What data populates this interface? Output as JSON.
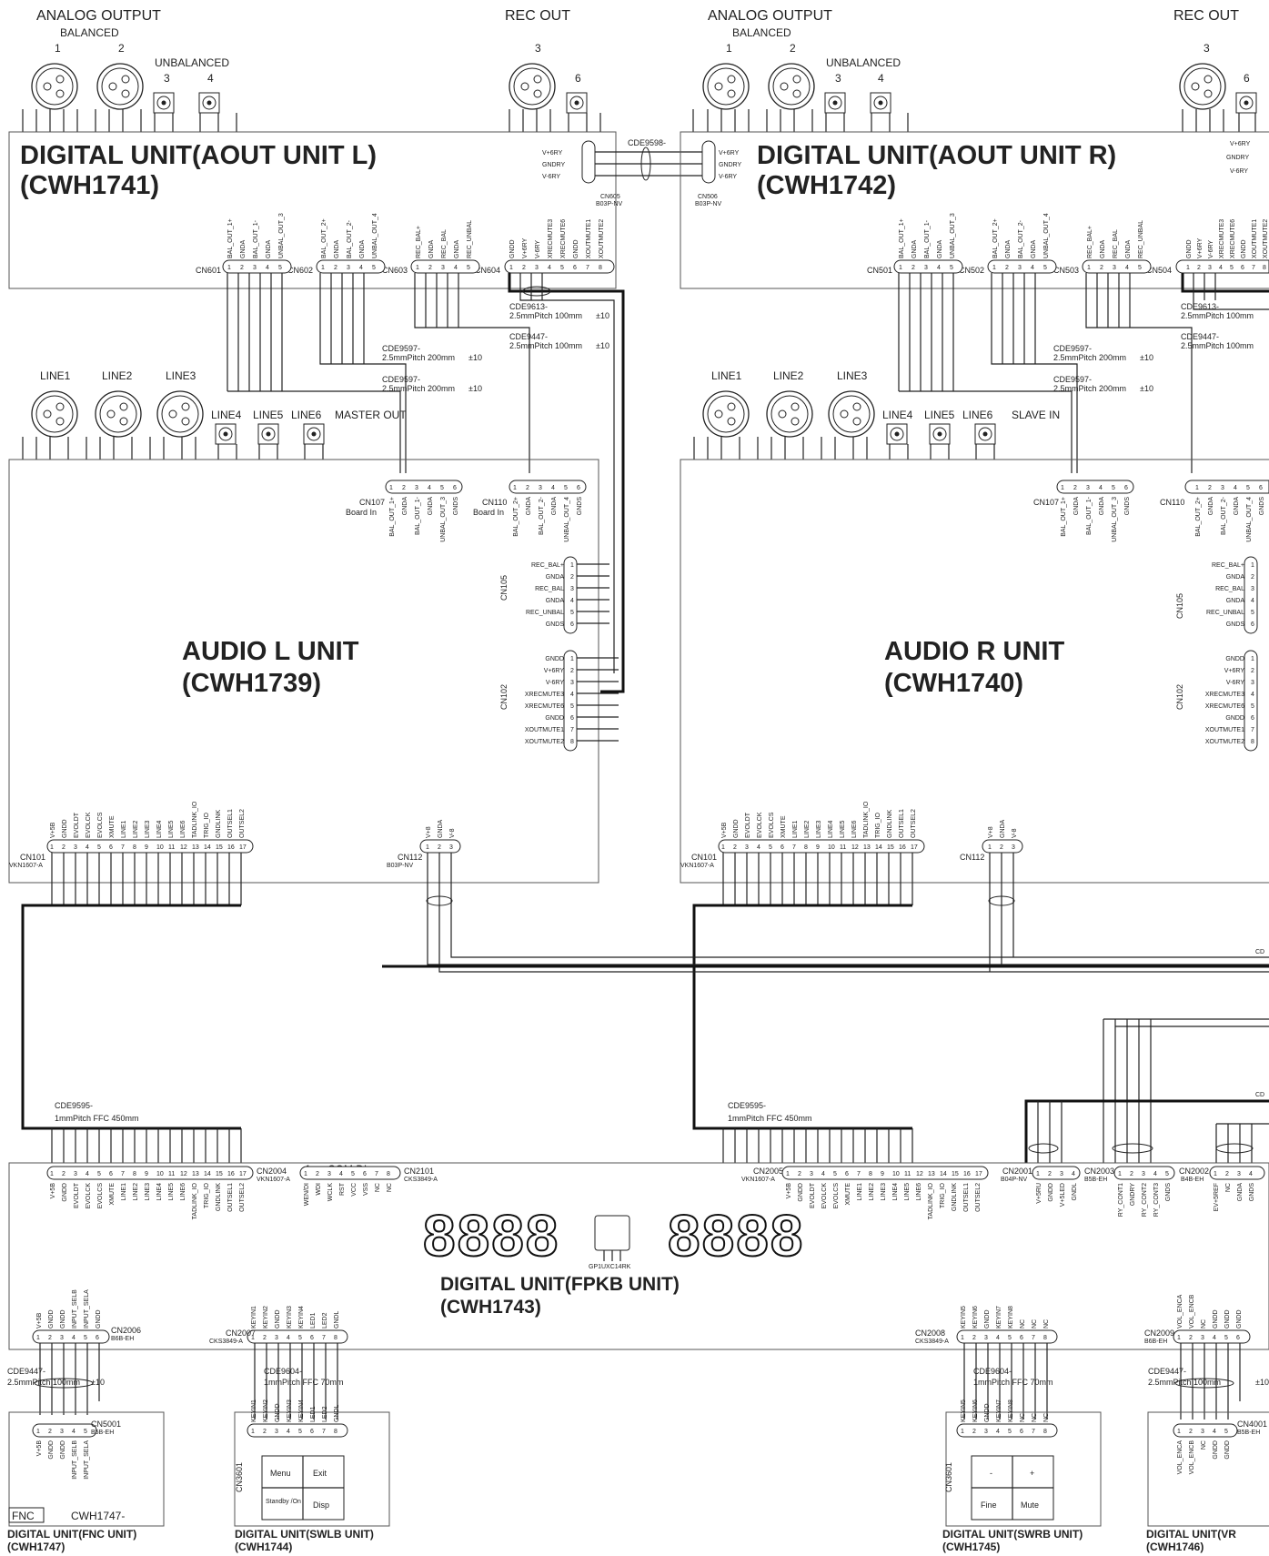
{
  "headers": {
    "analog_output_l": "ANALOG OUTPUT",
    "balanced_l": "BALANCED",
    "unbalanced_l": "UNBALANCED",
    "rec_out_l": "REC OUT",
    "analog_output_r": "ANALOG OUTPUT",
    "balanced_r": "BALANCED",
    "unbalanced_r": "UNBALANCED",
    "rec_out_r": "REC OUT",
    "n1": "1",
    "n2": "2",
    "n3": "3",
    "n4": "4",
    "n6": "6"
  },
  "units": {
    "aout_l": {
      "name": "DIGITAL UNIT(AOUT UNIT L)",
      "code": "(CWH1741)"
    },
    "aout_r": {
      "name": "DIGITAL UNIT(AOUT UNIT R)",
      "code": "(CWH1742)"
    },
    "audio_l": {
      "name": "AUDIO L UNIT",
      "code": "(CWH1739)"
    },
    "audio_r": {
      "name": "AUDIO R UNIT",
      "code": "(CWH1740)"
    },
    "fpkb": {
      "name": "DIGITAL UNIT(FPKB UNIT)",
      "code": "(CWH1743)"
    },
    "fnc": {
      "name": "DIGITAL UNIT(FNC UNIT)",
      "code": "(CWH1747)"
    },
    "swlb": {
      "name": "DIGITAL UNIT(SWLB UNIT)",
      "code": "(CWH1744)"
    },
    "swrb": {
      "name": "DIGITAL UNIT(SWRB UNIT)",
      "code": "(CWH1745)"
    },
    "vr": {
      "name": "DIGITAL UNIT(VR",
      "code": "(CWH1746)"
    }
  },
  "line_inputs_l": {
    "line1": "LINE1",
    "line2": "LINE2",
    "line3": "LINE3",
    "line4": "LINE4",
    "line5": "LINE5",
    "line6": "LINE6",
    "master": "MASTER OUT"
  },
  "line_inputs_r": {
    "line1": "LINE1",
    "line2": "LINE2",
    "line3": "LINE3",
    "line4": "LINE4",
    "line5": "LINE5",
    "line6": "LINE6",
    "slave": "SLAVE IN"
  },
  "connectors": {
    "cn601": "CN601",
    "cn602": "CN602",
    "cn603": "CN603",
    "cn604": "CN604",
    "cn605": "CN605",
    "cn605_type": "B03P-NV",
    "cn501": "CN501",
    "cn502": "CN502",
    "cn503": "CN503",
    "cn504": "CN504",
    "cn506": "CN506",
    "cn506_type": "B03P-NV",
    "cn107": "CN107",
    "cn110": "CN110",
    "board_in": "Board In",
    "cn105": "CN105",
    "cn102": "CN102",
    "cn101": "CN101",
    "vkn1607": "VKN1607-A",
    "cn112": "CN112",
    "b03p": "B03P-NV",
    "cn2004": "CN2004",
    "cn2005": "CN2005",
    "cn2101": "CN2101",
    "cks3849": "CKS3849-A",
    "for_ucom": "for uCOM DL",
    "cn2001": "CN2001",
    "b04p": "B04P-NV",
    "cn2003": "CN2003",
    "b5b": "B5B-EH",
    "cn2002": "CN2002",
    "b4b": "B4B-EH",
    "cn2006": "CN2006",
    "b6b": "B6B-EH",
    "cn2007": "CN2007",
    "cn2008": "CN2008",
    "cn2009": "CN2009",
    "cn5001": "CN5001",
    "cn3601": "CN3601",
    "cn4001": "CN4001",
    "gp1": "GP1UXC14RK"
  },
  "pin_groups": {
    "cn601": [
      "BAL_OUT_1+",
      "GNDA",
      "BAL_OUT_1-",
      "GNDA",
      "UNBAL_OUT_3"
    ],
    "cn602": [
      "BAL_OUT_2+",
      "GNDA",
      "BAL_OUT_2-",
      "GNDA",
      "UNBAL_OUT_4"
    ],
    "cn603": [
      "REC_BAL+",
      "GNDA",
      "REC_BAL",
      "GNDA",
      "REC_UNBAL"
    ],
    "cn604": [
      "GNDD",
      "V+6RY",
      "V-6RY",
      "XRECMUTE3",
      "XRECMUTE6",
      "GNDD",
      "XOUTMUTE1",
      "XOUTMUTE2"
    ],
    "cn107": [
      "BAL_OUT_1+",
      "GNDA",
      "BAL_OUT_1-",
      "GNDA",
      "UNBAL_OUT_3",
      "GNDS"
    ],
    "cn110": [
      "BAL_OUT_2+",
      "GNDA",
      "BAL_OUT_2-",
      "GNDA",
      "UNBAL_OUT_4",
      "GNDS"
    ],
    "cn105": [
      "REC_BAL+",
      "GNDA",
      "REC_BAL",
      "GNDA",
      "REC_UNBAL",
      "GNDS"
    ],
    "cn102": [
      "GNDD",
      "V+6RY",
      "V-6RY",
      "XRECMUTE3",
      "XRECMUTE6",
      "GNDD",
      "XOUTMUTE1",
      "XOUTMUTE2"
    ],
    "cn101": [
      "V+5B",
      "GNDD",
      "EVOLDT",
      "EVOLCK",
      "EVOLCS",
      "XMUTE",
      "LINE1",
      "LINE2",
      "LINE3",
      "LINE4",
      "LINE5",
      "LINE6",
      "TADLINK_IO",
      "TRIG_IO",
      "GNDLINK",
      "OUTSEL1",
      "OUTSEL2"
    ],
    "cn112": [
      "V+8",
      "GNDA",
      "V-8"
    ],
    "cn605": [
      "V+6RY",
      "GNDRY",
      "V-6RY"
    ],
    "cn2004": [
      "V+5B",
      "GNDD",
      "EVOLDT",
      "EVOLCK",
      "EVOLCS",
      "XMUTE",
      "LINE1",
      "LINE2",
      "LINE3",
      "LINE4",
      "LINE5",
      "LINE6",
      "TADLINK_IO",
      "TRIG_IO",
      "GNDLINK",
      "OUTSEL1",
      "OUTSEL2"
    ],
    "cn2101": [
      "WEN/DI",
      "WDI",
      "WCLK",
      "RST",
      "VCC",
      "VSS",
      "NC",
      "NC"
    ],
    "cn2001": [
      "V+5RU",
      "GNDD",
      "V+5LED",
      "GNDL"
    ],
    "cn2003": [
      "RY_CONT1",
      "GNDRY",
      "RY_CONT2",
      "RY_CONT3",
      "GNDS"
    ],
    "cn2002": [
      "EV+5REF",
      "NC",
      "GNDA",
      "GNDS"
    ],
    "cn2006": [
      "V+5B",
      "GNDD",
      "GNDD",
      "INPUT_SELB",
      "INPUT_SELA",
      "GNDD"
    ],
    "cn2007": [
      "KEYIN1",
      "KEYIN2",
      "GNDD",
      "KEYIN3",
      "KEYIN4",
      "LED1",
      "LED2",
      "GNDL"
    ],
    "cn2008": [
      "KEYIN5",
      "KEYIN6",
      "GNDD",
      "KEYIN7",
      "KEYIN8",
      "NC",
      "NC",
      "NC"
    ],
    "cn2009": [
      "VOL_ENCA",
      "VOL_ENCB",
      "NC",
      "GNDD",
      "GNDD",
      "GNDD"
    ],
    "cn5001": [
      "V+5B",
      "GNDD",
      "GNDD",
      "INPUT_SELB",
      "INPUT_SELA"
    ],
    "cn4001": [
      "VOL_ENCA",
      "VOL_ENCB",
      "NC",
      "GNDD",
      "GNDD"
    ]
  },
  "cables": {
    "cde9598": "CDE9598-",
    "cde9613": "CDE9613-",
    "p25_100": "2.5mmPitch 100mm",
    "cde9447": "CDE9447-",
    "cde9597": "CDE9597-",
    "p25_200": "2.5mmPitch 200mm",
    "pm10": "±10",
    "cde9595": "CDE9595-",
    "ffc450": "1mmPitch FFC 450mm",
    "cde9604": "CDE9604-",
    "ffc70": "1mmPitch FFC 70mm",
    "cd": "CD"
  },
  "display": {
    "left": "8888",
    "right": "8888"
  },
  "buttons": {
    "menu": "Menu",
    "exit": "Exit",
    "standby": "Standby /On",
    "disp": "Disp",
    "minus": "-",
    "plus": "+",
    "fine": "Fine",
    "mute": "Mute"
  },
  "fnc": {
    "tag": "FNC",
    "code": "CWH1747-"
  }
}
